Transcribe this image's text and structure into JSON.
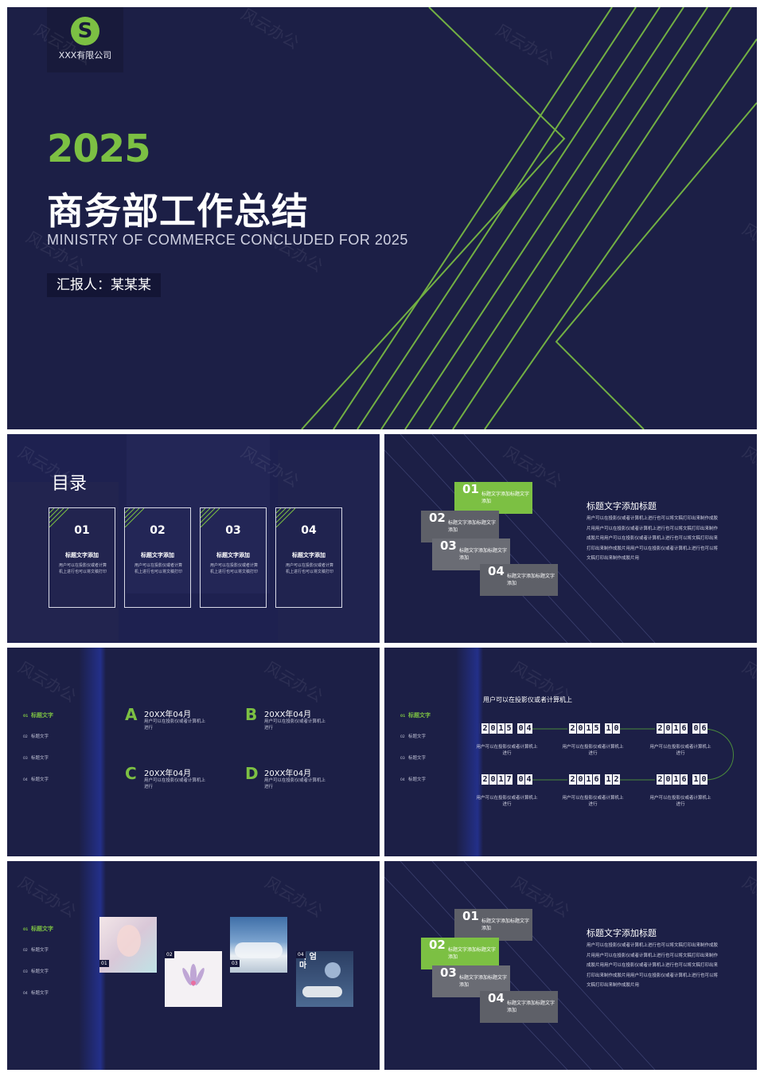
{
  "colors": {
    "navy": "#1c1f46",
    "green": "#7cc043",
    "grey_tile": "#5e6068"
  },
  "cover": {
    "company": "XXX有限公司",
    "logo_icon": "logo-s-icon",
    "year": "2025",
    "title": "商务部工作总结",
    "subtitle": "MINISTRY OF COMMERCE CONCLUDED FOR 2025",
    "reporter": "汇报人：某某某"
  },
  "toc": {
    "title": "目录",
    "items": [
      {
        "num": "01",
        "heading": "标题文字添加",
        "desc": "用户可以在投影仪或者计算机上进行也可以将文稿打印"
      },
      {
        "num": "02",
        "heading": "标题文字添加",
        "desc": "用户可以在投影仪或者计算机上进行也可以将文稿打印"
      },
      {
        "num": "03",
        "heading": "标题文字添加",
        "desc": "用户可以在投影仪或者计算机上进行也可以将文稿打印"
      },
      {
        "num": "04",
        "heading": "标题文字添加",
        "desc": "用户可以在投影仪或者计算机上进行也可以将文稿打印"
      }
    ]
  },
  "tiles_slide": {
    "tiles": [
      {
        "num": "01",
        "text": "标题文字添加标题文字添加"
      },
      {
        "num": "02",
        "text": "标题文字添加标题文字添加"
      },
      {
        "num": "03",
        "text": "标题文字添加标题文字添加"
      },
      {
        "num": "04",
        "text": "标题文字添加标题文字添加"
      }
    ],
    "heading": "标题文字添加标题",
    "body": "用户可以在投影仪或者计算机上进行也可以将文稿打印出来制作成胶片用用户可以在投影仪或者计算机上进行也可以将文稿打印出来制作成胶片用用户可以在投影仪或者计算机上进行也可以将文稿打印出来打印出来制作成胶片用用户可以在投影仪或者计算机上进行也可以将文稿打印出来制作成胶片用"
  },
  "nav": [
    "标题文字",
    "标题文字",
    "标题文字",
    "标题文字"
  ],
  "nav_nums": [
    "01",
    "02",
    "03",
    "04"
  ],
  "abcd": [
    {
      "letter": "A",
      "date": "20XX年04月",
      "desc": "用户可以在投影仪或者计算机上进行"
    },
    {
      "letter": "B",
      "date": "20XX年04月",
      "desc": "用户可以在投影仪或者计算机上进行"
    },
    {
      "letter": "C",
      "date": "20XX年04月",
      "desc": "用户可以在投影仪或者计算机上进行"
    },
    {
      "letter": "D",
      "date": "20XX年04月",
      "desc": "用户可以在投影仪或者计算机上进行"
    }
  ],
  "timeline": {
    "heading": "用户可以在投影仪或者计算机上",
    "events": [
      {
        "digits": [
          "2",
          "0",
          "1",
          "5",
          "0",
          "4"
        ],
        "desc": "用户可以在投影仪或者计算机上进行"
      },
      {
        "digits": [
          "2",
          "0",
          "1",
          "5",
          "1",
          "0"
        ],
        "desc": "用户可以在投影仪或者计算机上进行"
      },
      {
        "digits": [
          "2",
          "0",
          "1",
          "6",
          "0",
          "6"
        ],
        "desc": "用户可以在投影仪或者计算机上进行"
      },
      {
        "digits": [
          "2",
          "0",
          "1",
          "7",
          "0",
          "4"
        ],
        "desc": "用户可以在投影仪或者计算机上进行"
      },
      {
        "digits": [
          "2",
          "0",
          "1",
          "6",
          "1",
          "2"
        ],
        "desc": "用户可以在投影仪或者计算机上进行"
      },
      {
        "digits": [
          "2",
          "0",
          "1",
          "6",
          "1",
          "0"
        ],
        "desc": "用户可以在投影仪或者计算机上进行"
      }
    ]
  },
  "gallery": {
    "tags": [
      "01",
      "02",
      "03",
      "04"
    ],
    "poster_text": "이 엄마"
  },
  "watermark": "风云办公"
}
